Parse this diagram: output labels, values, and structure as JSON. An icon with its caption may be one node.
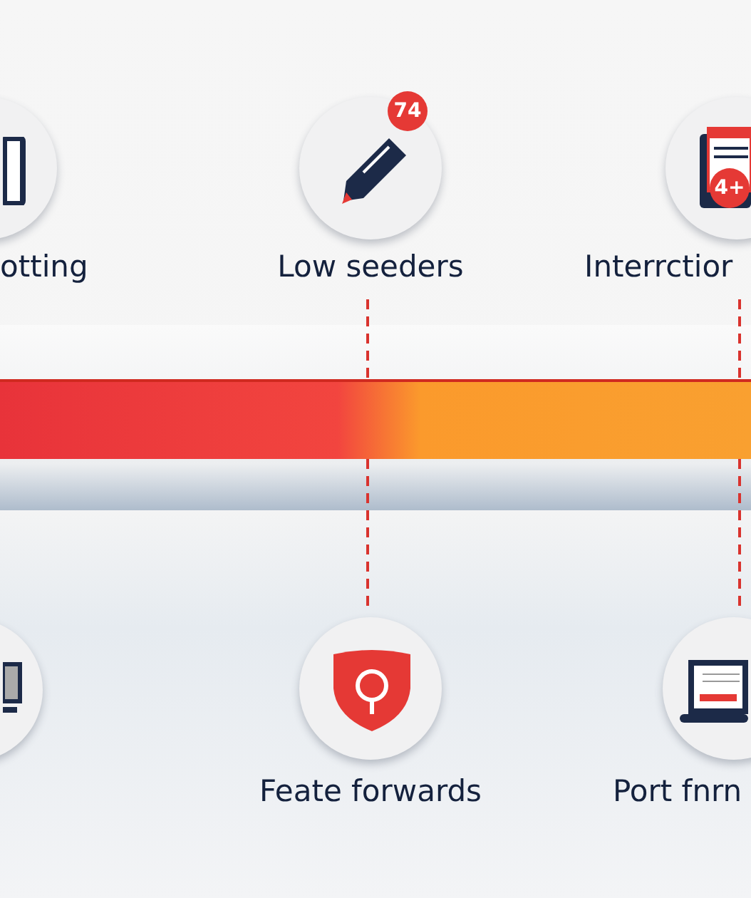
{
  "diagram": {
    "nodes": [
      {
        "text": [
          "otting"
        ]
      },
      {
        "text": [
          "Low seeders"
        ]
      },
      {
        "text": [
          "Interrctior"
        ]
      },
      {
        "text": [],
        "shape": "bar"
      },
      {
        "text": [],
        "shape": "circle"
      },
      {
        "text": [
          "Feate forwards"
        ]
      },
      {
        "text": [
          "Port fnrn"
        ]
      }
    ],
    "edges": [
      {
        "from": 1,
        "to": 3,
        "arrow": "none",
        "style": "dashed"
      },
      {
        "from": 2,
        "to": 3,
        "arrow": "none",
        "style": "dashed"
      },
      {
        "from": 3,
        "to": 5,
        "arrow": "none",
        "style": "dashed"
      },
      {
        "from": 3,
        "to": 6,
        "arrow": "none",
        "style": "dashed"
      }
    ],
    "labels": [
      "74",
      "4+"
    ]
  }
}
